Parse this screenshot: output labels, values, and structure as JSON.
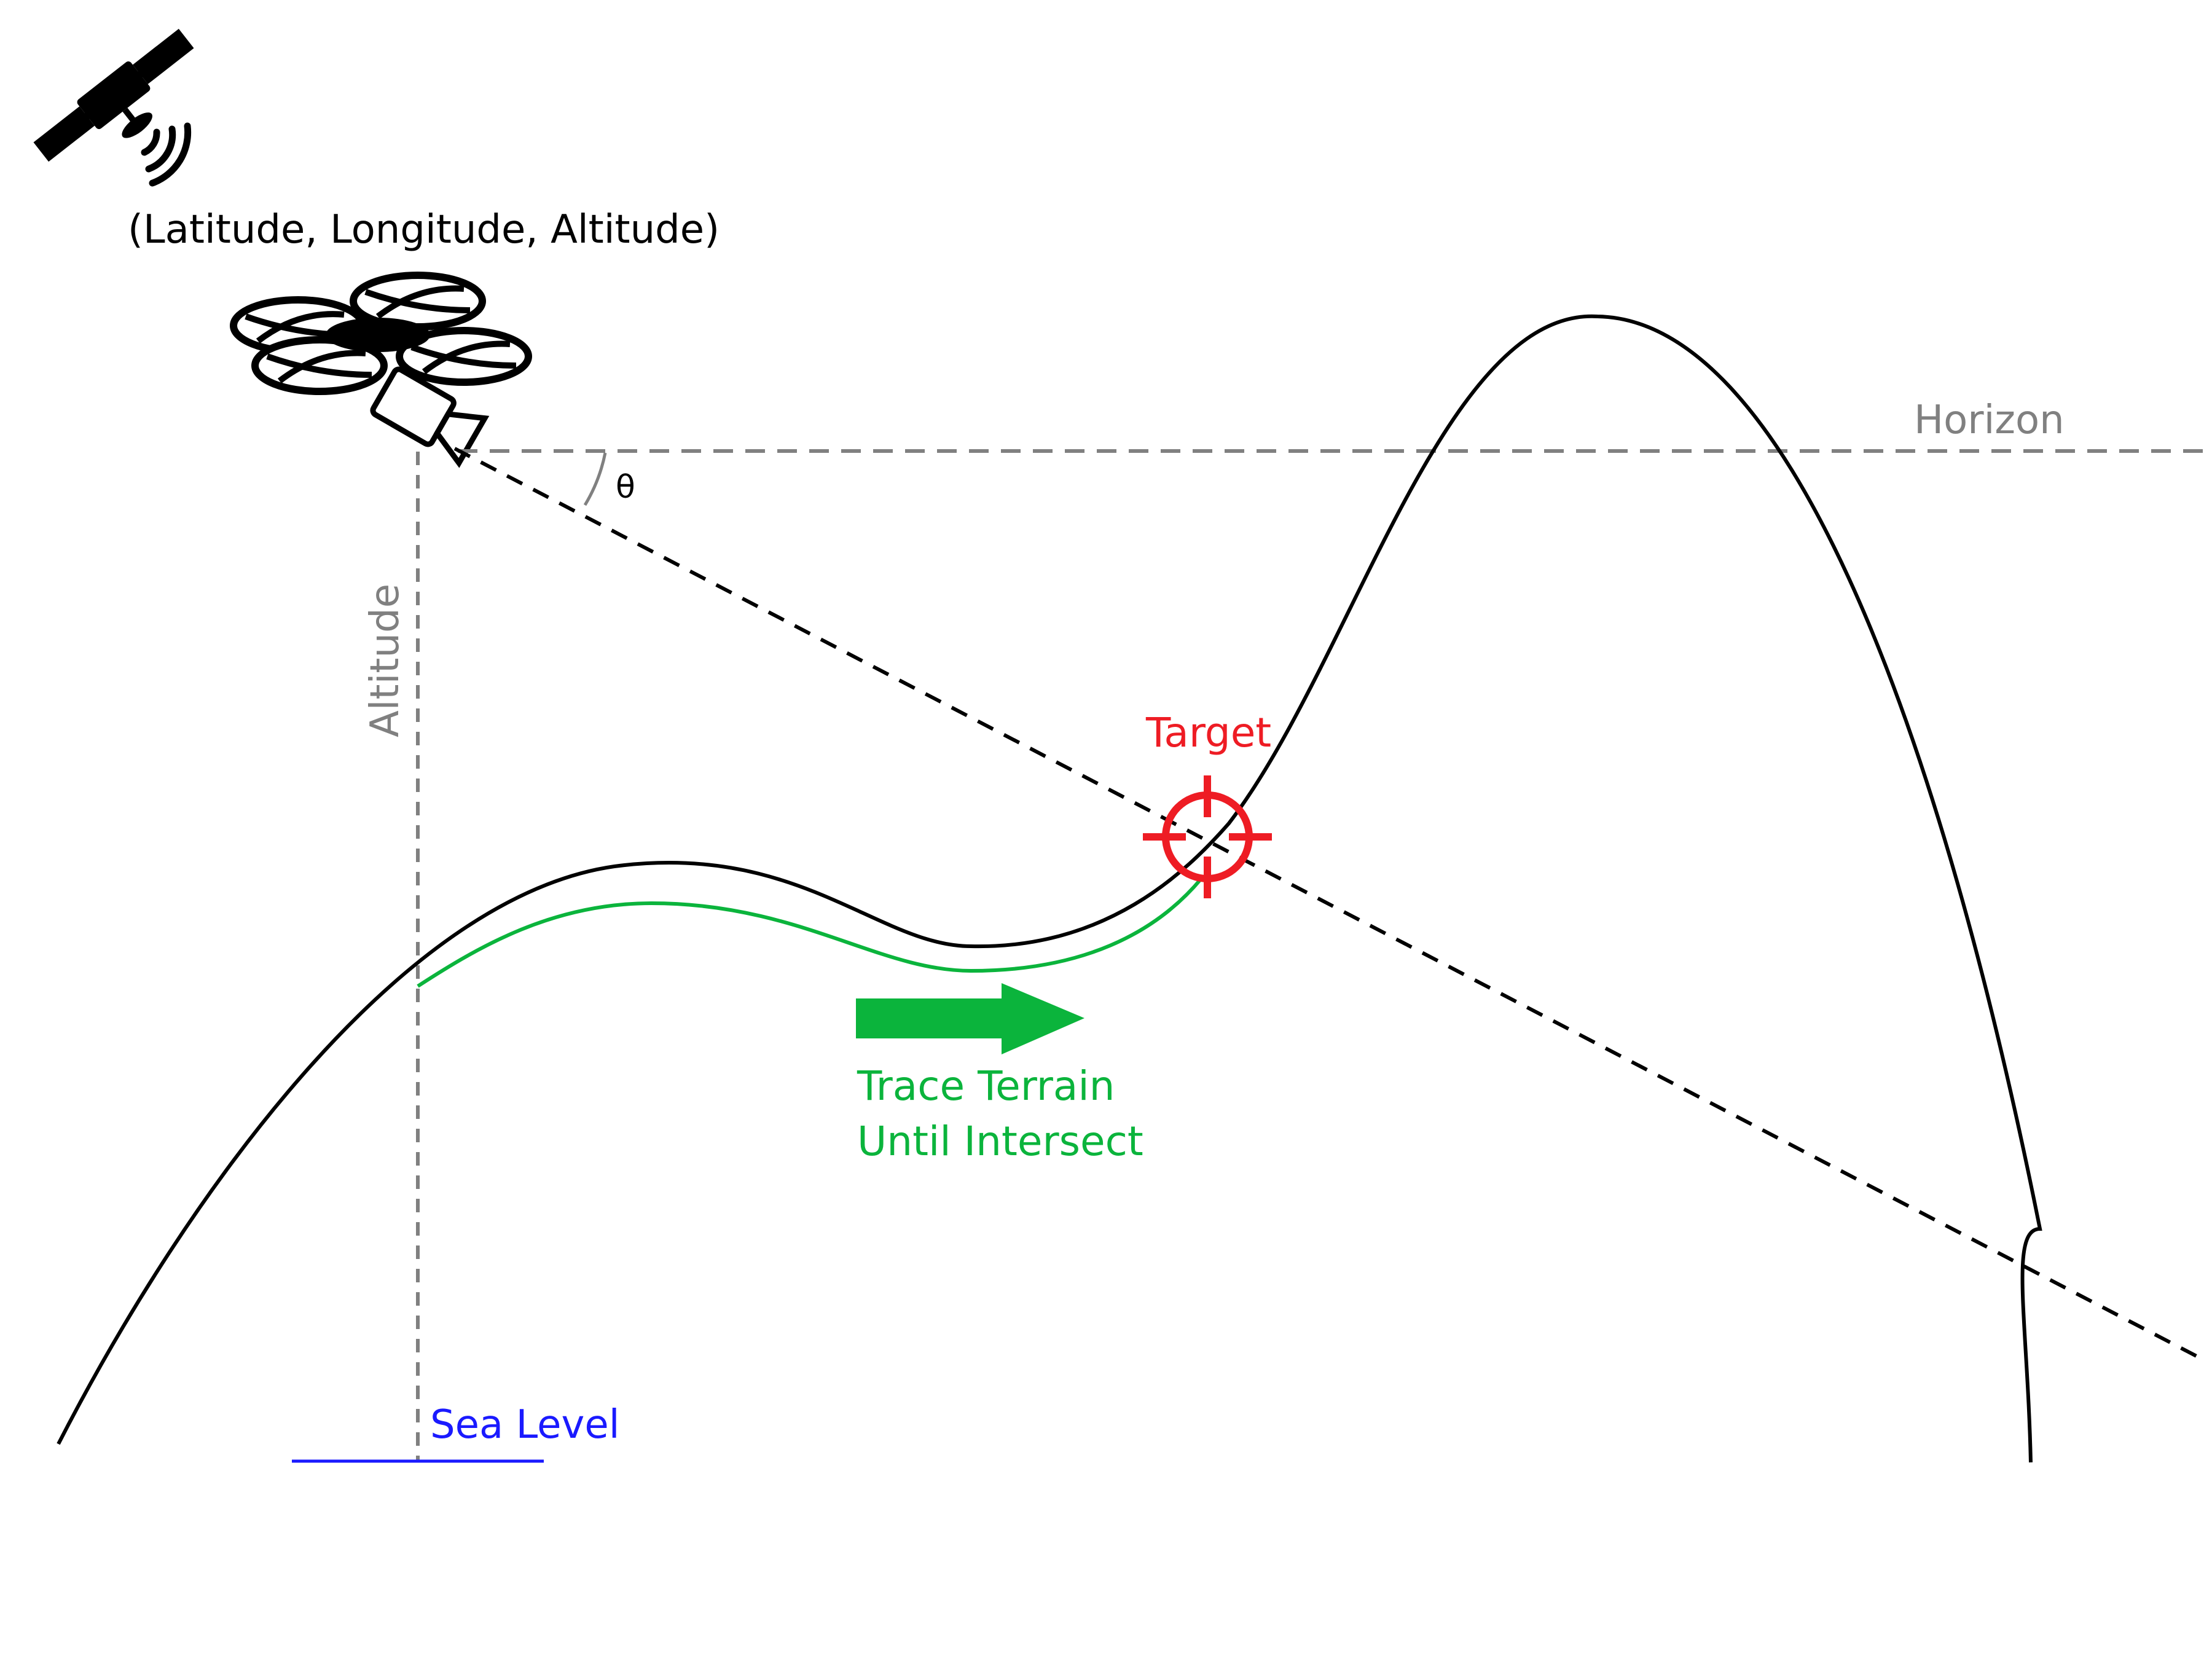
{
  "labels": {
    "coordinates": "(Latitude, Longitude, Altitude)",
    "horizon": "Horizon",
    "angle": "θ",
    "altitude": "Altitude",
    "target": "Target",
    "trace_line1": "Trace Terrain",
    "trace_line2": "Until Intersect",
    "sea_level": "Sea Level"
  },
  "colors": {
    "terrain": "#000000",
    "guide_gray": "#808080",
    "target_red": "#ee1c24",
    "trace_green": "#0bb43c",
    "sea_level_blue": "#1a1aff"
  },
  "icons": {
    "satellite": "satellite-icon",
    "drone": "drone-icon",
    "camera": "camera-icon",
    "target": "crosshair-icon",
    "arrow": "arrow-right-icon"
  }
}
